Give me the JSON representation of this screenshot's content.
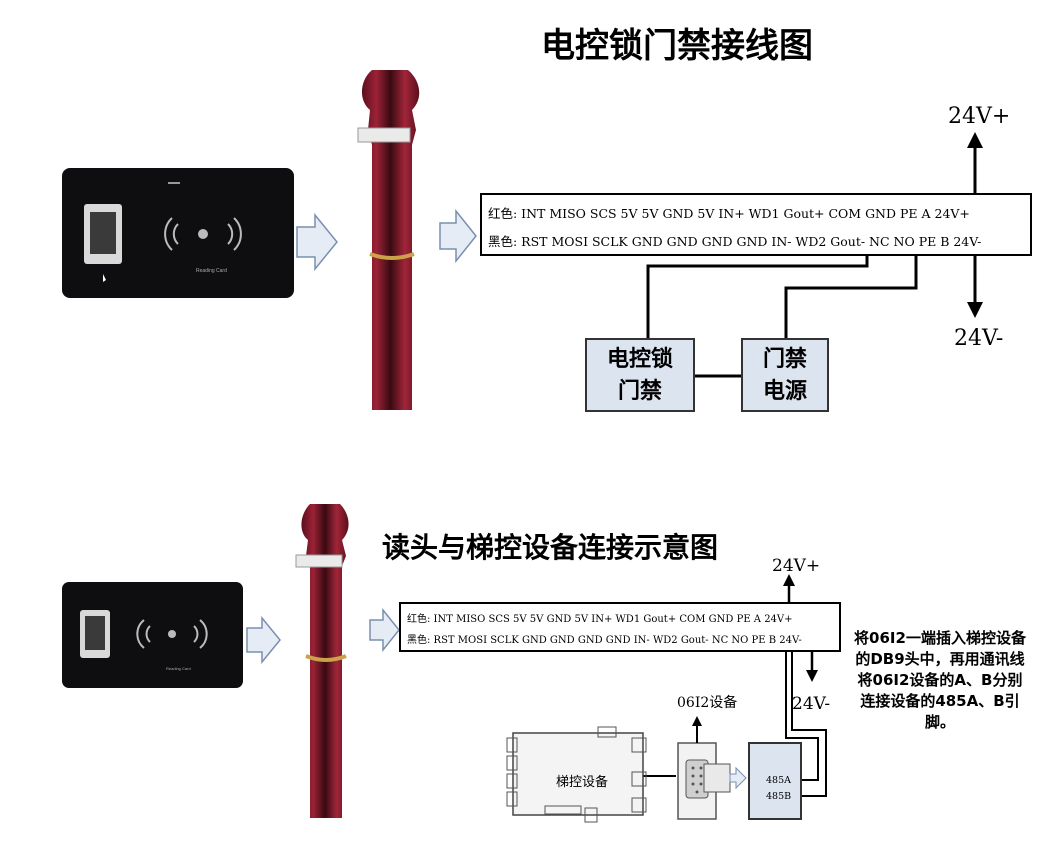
{
  "top": {
    "title": "电控锁门禁接线图",
    "row1": "红色: INT MISO SCS   5V  5V GND 5V   IN+ WD1 Gout+ COM GND PE A 24V+",
    "row2": "黑色: RST MOSI SCLK GND GND GND GND IN- WD2 Gout-   NC  NO PE B 24V-",
    "v_plus": "24V+",
    "v_minus": "24V-",
    "box_lock": [
      "电控锁",
      "门禁"
    ],
    "box_power": [
      "门禁",
      "电源"
    ],
    "reader_text": "Reading Card"
  },
  "bottom": {
    "title": "读头与梯控设备连接示意图",
    "row1": "红色: INT MISO SCS   5V  5V GND 5V   IN+ WD1 Gout+ COM GND PE A 24V+",
    "row2": "黑色: RST MOSI SCLK GND GND GND GND IN- WD2 Gout-   NC  NO PE B 24V-",
    "v_plus": "24V+",
    "v_minus": "24V-",
    "device_0612": "06I2设备",
    "elevator": "梯控设备",
    "pin_485a": "485A",
    "pin_485b": "485B",
    "note": "将06I2一端插入梯控设备的DB9头中，再用通讯线将06I2设备的A、B分别连接设备的485A、B引脚。",
    "reader_text": "Reading Card"
  },
  "colors": {
    "box_fill": "#dce4f0",
    "cable_red": "#8a1a2c",
    "arrow_fill": "#e6ecf6",
    "arrow_stroke": "#7a8fae"
  }
}
